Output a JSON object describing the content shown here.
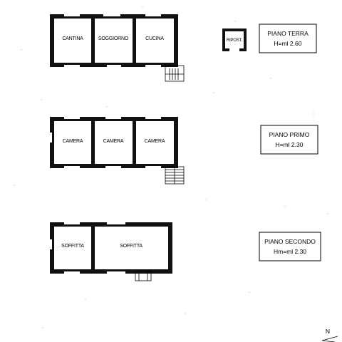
{
  "floors": [
    {
      "title": "PIANO TERRA",
      "height": "H=ml 2.60",
      "rooms": [
        "CANTINA",
        "SOGGIORNO",
        "CUCINA"
      ],
      "annex": "RIPOST."
    },
    {
      "title": "PIANO PRIMO",
      "height": "H=ml 2.30",
      "rooms": [
        "CAMERA",
        "CAMERA",
        "CAMERA"
      ]
    },
    {
      "title": "PIANO SECONDO",
      "height": "Hm=ml 2.30",
      "rooms": [
        "SOFFITTA",
        "SOFFITTA"
      ]
    }
  ],
  "north_label": "N"
}
